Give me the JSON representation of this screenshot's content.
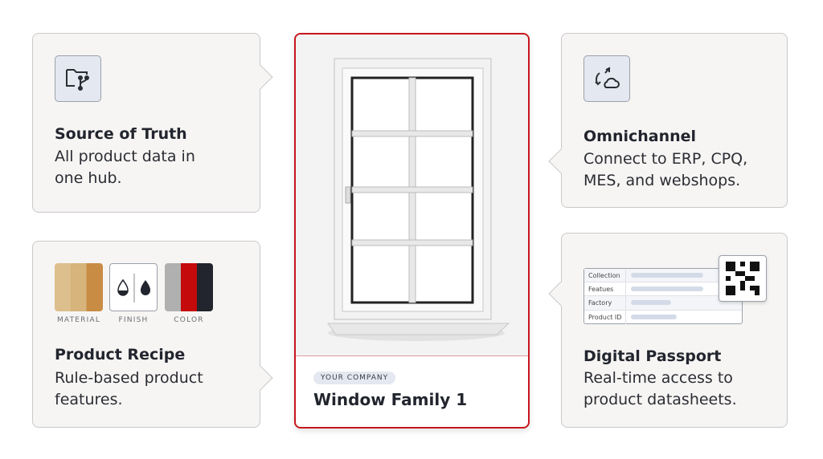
{
  "cards": {
    "source_of_truth": {
      "icon": "folder-branch-icon",
      "title": "Source of Truth",
      "desc_line1": "All product data in",
      "desc_line2": "one hub."
    },
    "product_recipe": {
      "title": "Product Recipe",
      "desc_line1": "Rule-based product",
      "desc_line2": "features.",
      "swatches": [
        {
          "label": "MATERIAL"
        },
        {
          "label": "FINISH"
        },
        {
          "label": "COLOR"
        }
      ],
      "colors": [
        "#b0b0b0",
        "#c40a0a",
        "#22252e"
      ]
    },
    "omnichannel": {
      "icon": "cloud-sync-icon",
      "title": "Omnichannel",
      "desc_line1": "Connect to ERP, CPQ,",
      "desc_line2": "MES, and webshops."
    },
    "digital_passport": {
      "title": "Digital Passport",
      "desc_line1": "Real-time access to",
      "desc_line2": "product datasheets.",
      "fields": [
        "Collection",
        "Featues",
        "Factory",
        "Product ID"
      ]
    }
  },
  "product": {
    "company": "YOUR COMPANY",
    "name": "Window Family 1"
  },
  "colors": {
    "accent": "#c8161d",
    "card_bg": "#f6f5f3"
  }
}
